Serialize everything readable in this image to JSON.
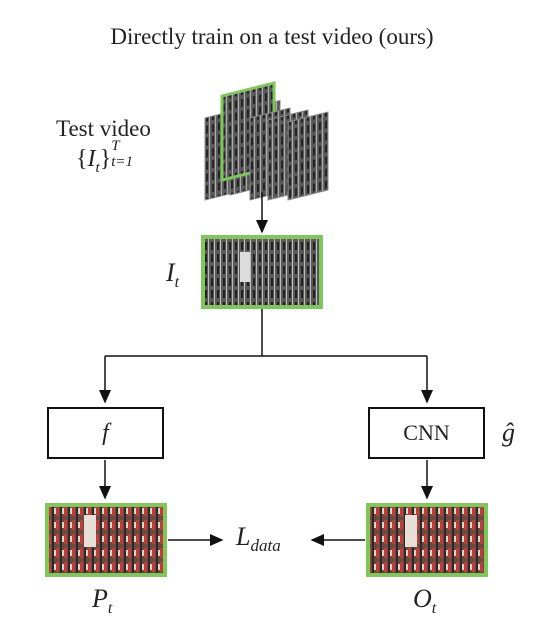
{
  "title": "Directly train on a test video (ours)",
  "test_video": {
    "label": "Test video",
    "set_open": "{",
    "set_var": "I",
    "set_var_sub": "t",
    "set_close": "}",
    "set_sup": "T",
    "set_sub": "t=1"
  },
  "frame_label": {
    "var": "I",
    "sub": "t"
  },
  "f_box": {
    "label": "f"
  },
  "cnn_box": {
    "label": "CNN"
  },
  "g_hat": {
    "label": "ĝ"
  },
  "loss": {
    "var": "L",
    "sub": "data"
  },
  "p_label": {
    "var": "P",
    "sub": "t"
  },
  "o_label": {
    "var": "O",
    "sub": "t"
  },
  "colors": {
    "frame_border": "#7ec85a",
    "line": "#111111"
  }
}
